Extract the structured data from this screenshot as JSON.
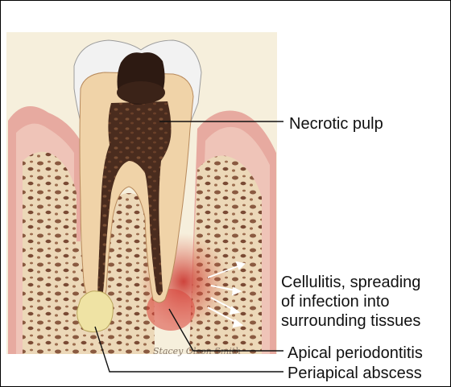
{
  "labels": {
    "necrotic_pulp": "Necrotic pulp",
    "cellulitis_line1": "Cellulitis, spreading",
    "cellulitis_line2": "of infection into",
    "cellulitis_line3": "surrounding tissues",
    "apical_periodontitis": "Apical periodontitis",
    "periapical_abscess": "Periapical abscess"
  },
  "signature": "Stacey Olson Smith",
  "colors": {
    "background_panel": "#f6efdc",
    "gum": "#e9b6ad",
    "gum_inner": "#d9857a",
    "bone": "#e8d4b4",
    "bone_pores": "#7a4a34",
    "enamel": "#f4f4f4",
    "dentin": "#f0d3a8",
    "necrotic_pulp": "#4a2c1e",
    "decay": "#2d1a12",
    "abscess": "#efe3a4",
    "inflammation": "#d9443a"
  }
}
